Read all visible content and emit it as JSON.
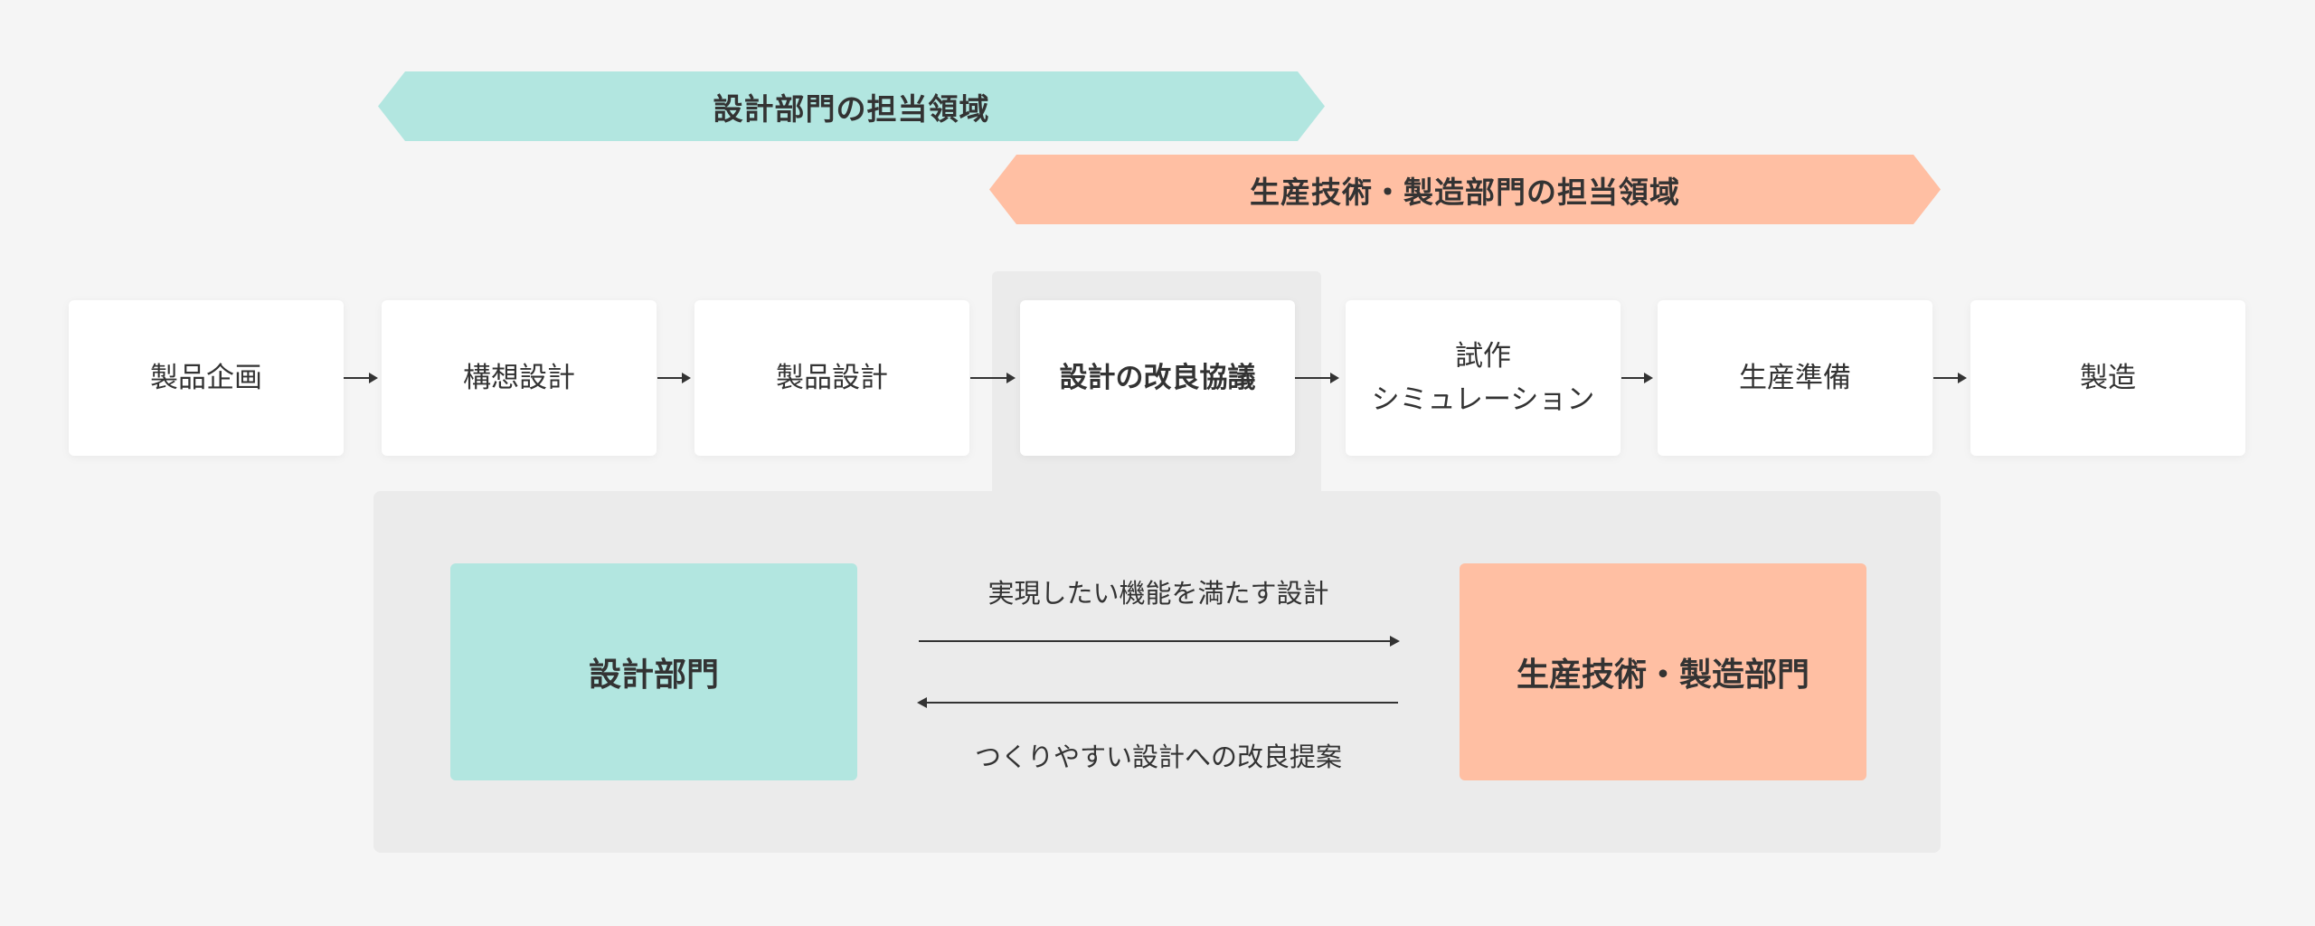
{
  "banners": {
    "design_scope": "設計部門の担当領域",
    "production_scope": "生産技術・製造部門の担当領域"
  },
  "steps": [
    {
      "label": "製品企画",
      "active": false
    },
    {
      "label": "構想設計",
      "active": false
    },
    {
      "label": "製品設計",
      "active": false
    },
    {
      "label": "設計の改良協議",
      "active": true
    },
    {
      "label": "試作\nシミュレーション",
      "active": false
    },
    {
      "label": "生産準備",
      "active": false
    },
    {
      "label": "製造",
      "active": false
    }
  ],
  "detail": {
    "design_dept": "設計部門",
    "production_dept": "生産技術・製造部門",
    "forward_label": "実現したい機能を満たす設計",
    "backward_label": "つくりやすい設計への改良提案"
  },
  "colors": {
    "design": "#b2e6e0",
    "production": "#ffbfa3",
    "background": "#f5f5f5",
    "panel": "#ebebeb"
  }
}
